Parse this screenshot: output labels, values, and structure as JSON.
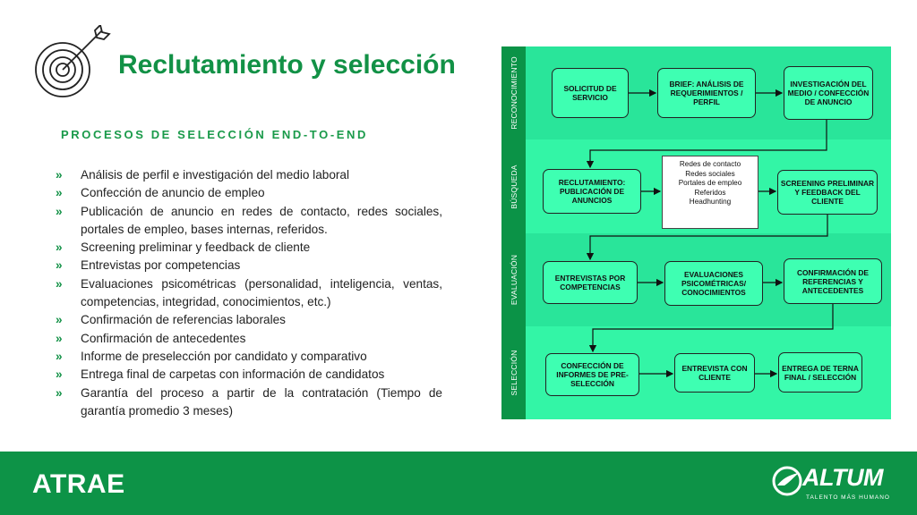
{
  "header": {
    "title": "Reclutamiento y selección",
    "subtitle": "PROCESOS DE SELECCIÓN END-TO-END"
  },
  "bullet_marker": "»",
  "bullets": [
    "Análisis de perfil e investigación del medio laboral",
    "Confección de anuncio de empleo",
    "Publicación de anuncio en redes de contacto, redes sociales, portales de empleo, bases internas, referidos.",
    "Screening preliminar y feedback de cliente",
    "Entrevistas por competencias",
    "Evaluaciones psicométricas (personalidad, inteligencia, ventas, competencias, integridad, conocimientos, etc.)",
    "Confirmación de referencias laborales",
    "Confirmación de antecedentes",
    "Informe de preselección por candidato y comparativo",
    "Entrega final de carpetas con información de candidatos",
    "Garantía del proceso a partir de la contratación (Tiempo de garantía promedio 3 meses)"
  ],
  "diagram": {
    "colors": {
      "band_a": "#29e59a",
      "band_b": "#33f5a6",
      "label_bg": "#0b9347",
      "node": "#3effb2"
    },
    "stages": [
      {
        "label": "RECONOCIMIENTO",
        "nodes": [
          "SOLICITUD DE SERVICIO",
          "BRIEF: ANÁLISIS DE REQUERIMIENTOS / PERFIL",
          "INVESTIGACIÓN DEL MEDIO / CONFECCIÓN DE ANUNCIO"
        ]
      },
      {
        "label": "BÚSQUEDA",
        "nodes": [
          "RECLUTAMIENTO: PUBLICACIÓN DE ANUNCIOS",
          "SCREENING PRELIMINAR Y FEEDBACK DEL CLIENTE"
        ],
        "note": [
          "Redes de contacto",
          "Redes sociales",
          "Portales de empleo",
          "Referidos",
          "Headhunting"
        ]
      },
      {
        "label": "EVALUACIÓN",
        "nodes": [
          "ENTREVISTAS POR COMPETENCIAS",
          "EVALUACIONES PSICOMÉTRICAS/ CONOCIMIENTOS",
          "CONFIRMACIÓN DE REFERENCIAS Y ANTECEDENTES"
        ]
      },
      {
        "label": "SELECCIÓN",
        "nodes": [
          "CONFECCIÓN DE INFORMES DE PRE-SELECCIÓN",
          "ENTREVISTA CON CLIENTE",
          "ENTREGA DE TERNA FINAL / SELECCIÓN"
        ]
      }
    ]
  },
  "footer": {
    "brand": "ATRAE",
    "logo_word": "ALTUM",
    "logo_tagline": "TALENTO MÁS HUMANO"
  }
}
